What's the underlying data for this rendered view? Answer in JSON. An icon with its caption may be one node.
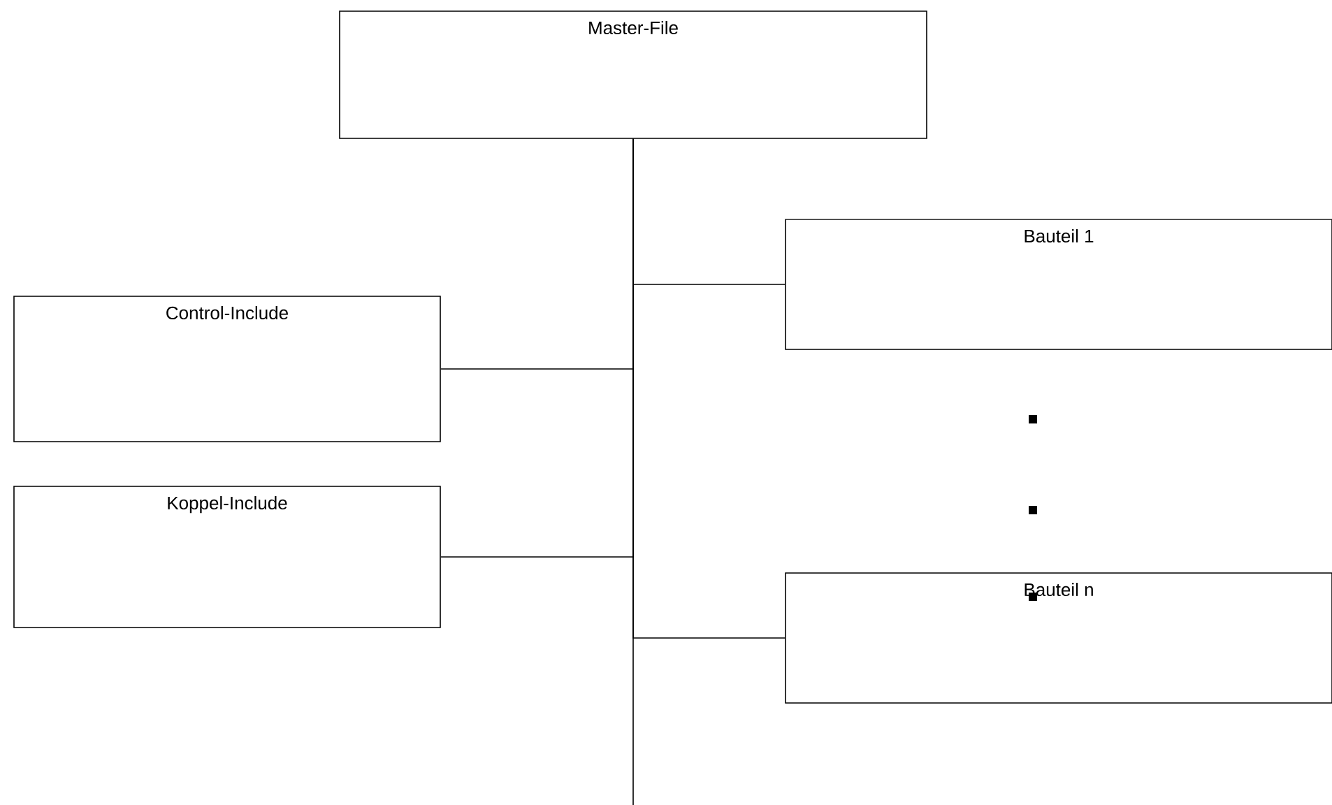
{
  "diagram": {
    "nodes": [
      {
        "text": [
          "Master-File"
        ]
      },
      {
        "text": [
          "Bauteil 1"
        ]
      },
      {
        "text": [
          "Control-Include"
        ]
      },
      {
        "text": [
          "Koppel-Include"
        ]
      },
      {
        "text": [
          "Bauteil n"
        ]
      }
    ],
    "edges": [
      {
        "from": 0,
        "to": 1,
        "arrow": "none"
      },
      {
        "from": 0,
        "to": 2,
        "arrow": "none"
      },
      {
        "from": 0,
        "to": 3,
        "arrow": "none"
      },
      {
        "from": 0,
        "to": 4,
        "arrow": "none"
      },
      {
        "from": 0,
        "to": null,
        "arrow": "none"
      }
    ]
  }
}
